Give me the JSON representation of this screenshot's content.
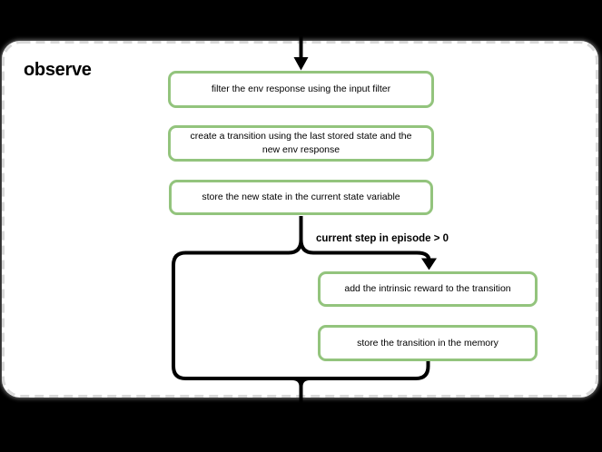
{
  "canvas": {
    "bg": "#000000"
  },
  "panel": {
    "title": "observe",
    "bg": "#ffffff",
    "border_color": "#d9d9d9"
  },
  "colors": {
    "node_border": "#93c47d",
    "node_bg": "#ffffff",
    "line": "#000000",
    "text": "#000000"
  },
  "branch_label": "current step in episode > 0",
  "nodes": [
    {
      "id": "filter-env-response",
      "lines": [
        "filter the env response using the input filter"
      ]
    },
    {
      "id": "create-transition",
      "lines": [
        "create a transition using the last stored state and the",
        "new env response"
      ]
    },
    {
      "id": "store-new-state",
      "lines": [
        "store the new state in the current state variable"
      ]
    },
    {
      "id": "add-intrinsic-reward",
      "lines": [
        "add the intrinsic reward to the transition"
      ]
    },
    {
      "id": "store-transition",
      "lines": [
        "store the transition in the memory"
      ]
    }
  ]
}
